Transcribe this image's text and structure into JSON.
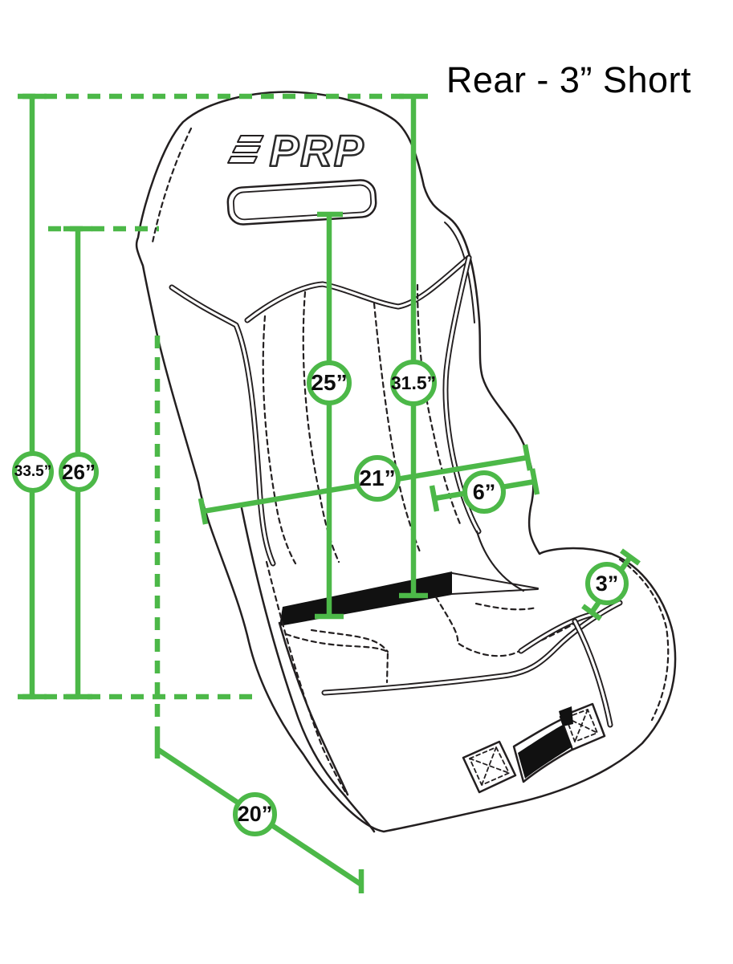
{
  "title": "Rear - 3” Short",
  "logo": "PRP",
  "colors": {
    "accent": "#4CB848",
    "line": "#231F20",
    "band": "#111111"
  },
  "measurements": {
    "overall_height": "33.5”",
    "back_height": "26”",
    "backrest_center_height": "25”",
    "shoulder_height": "31.5”",
    "interior_width": "21”",
    "bolster_width": "6”",
    "rear_bolster_height": "3”",
    "seat_depth": "20”"
  }
}
